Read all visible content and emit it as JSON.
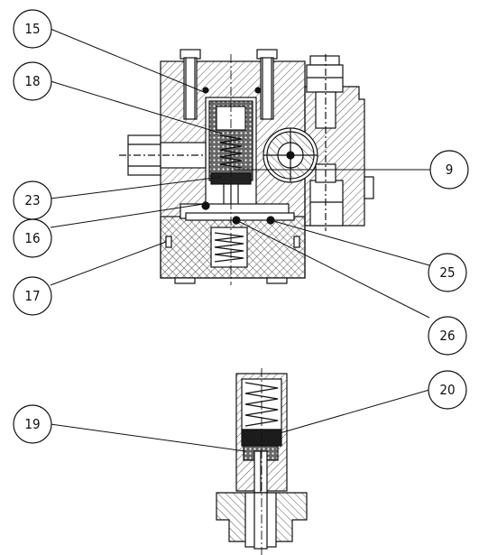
{
  "callouts": [
    {
      "id": "c15",
      "label": "15"
    },
    {
      "id": "c18",
      "label": "18"
    },
    {
      "id": "c9",
      "label": "9"
    },
    {
      "id": "c23",
      "label": "23"
    },
    {
      "id": "c16",
      "label": "16"
    },
    {
      "id": "c25",
      "label": "25"
    },
    {
      "id": "c17",
      "label": "17"
    },
    {
      "id": "c26",
      "label": "26"
    },
    {
      "id": "c20",
      "label": "20"
    },
    {
      "id": "c19",
      "label": "19"
    }
  ],
  "colors": {
    "line": "#111111",
    "hatch": "#555555",
    "background": "#ffffff"
  }
}
